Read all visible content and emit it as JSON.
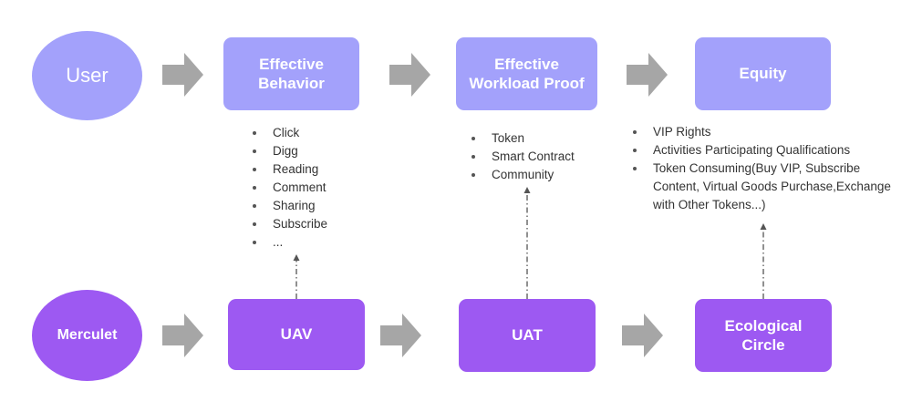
{
  "colors": {
    "top_fill": "#a3a1fb",
    "bottom_fill": "#9d59f2",
    "arrow": "#a6a6a6",
    "text": "#333333"
  },
  "top_row": {
    "user": "User",
    "effective_behavior": "Effective\nBehavior",
    "effective_workload_proof": "Effective\nWorkload Proof",
    "equity": "Equity"
  },
  "bottom_row": {
    "merculet": "Merculet",
    "uav": "UAV",
    "uat": "UAT",
    "ecological_circle": "Ecological\nCircle"
  },
  "behavior_list": [
    "Click",
    "Digg",
    "Reading",
    "Comment",
    "Sharing",
    "Subscribe",
    "..."
  ],
  "proof_list": [
    "Token",
    "Smart Contract",
    "Community"
  ],
  "equity_list": [
    "VIP Rights",
    "Activities Participating Qualifications",
    "Token Consuming(Buy VIP, Subscribe Content, Virtual Goods Purchase,Exchange with Other Tokens...)"
  ]
}
